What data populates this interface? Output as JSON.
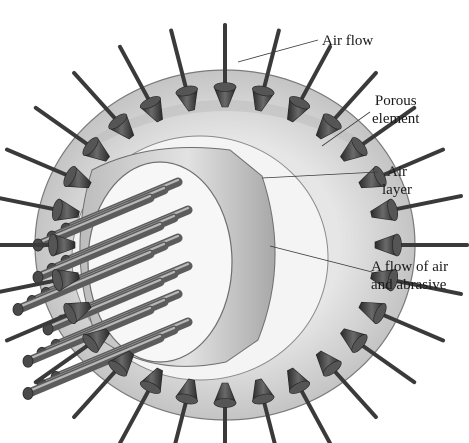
{
  "labels": {
    "air_flow": "Air flow",
    "porous_line1": "Porous",
    "porous_line2": "element",
    "air_layer_line1": "Air",
    "air_layer_line2": "layer",
    "mix_line1": "A flow of air",
    "mix_line2": "and abrasive"
  },
  "counts": {
    "outer_nozzles": 28,
    "inner_tubes": 18
  },
  "colors": {
    "background": "#ffffff",
    "ink": "#1a1a1a",
    "ring": "#d6d6d6",
    "ring_edge": "#7a7a7a",
    "nozzle": "#3a3a3a",
    "tube": "#5c5c5c",
    "tube_highlight": "#b8b8b8",
    "inner_cylinder": "#cfcfcf"
  }
}
